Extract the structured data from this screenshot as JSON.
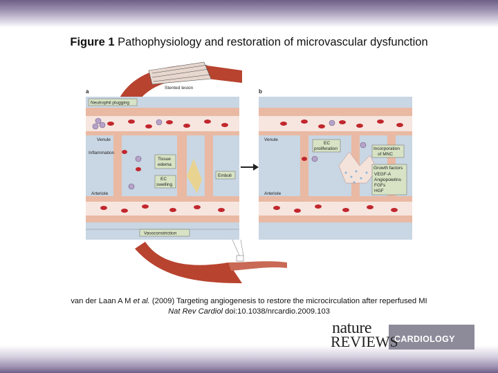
{
  "slide": {
    "title_bold": "Figure 1",
    "title_rest": " Pathophysiology and restoration of microvascular dysfunction"
  },
  "figure": {
    "stented_lesion": "Stented lesion",
    "panel_a": {
      "letter": "a",
      "labels": {
        "neutrophil_plugging": "Neutrophil plugging",
        "venule": "Venule",
        "inflammation": "Inflammation",
        "tissue_edema_1": "Tissue",
        "tissue_edema_2": "edema",
        "ec_swelling_1": "EC",
        "ec_swelling_2": "swelling",
        "emboli": "Emboli",
        "arteriole": "Arteriole",
        "vasoconstriction": "Vasoconstriction"
      }
    },
    "panel_b": {
      "letter": "b",
      "labels": {
        "venule": "Venule",
        "ec_proliferation_1": "EC",
        "ec_proliferation_2": "proliferation",
        "incorporation_1": "Incorporation",
        "incorporation_2": "of MNC",
        "growth_factors": "Growth factors",
        "gf_items": [
          "VEGF-A",
          "Angiopoietins",
          "FGFs",
          "HGF"
        ],
        "arteriole": "Arteriole"
      }
    },
    "colors": {
      "vessel_wall": "#e9b9a3",
      "vessel_lumen": "#f6e6df",
      "tissue": "#c9d6e3",
      "rbc": "#c1272d",
      "label_box": "#d7e3c4",
      "artery": "#b8432f"
    }
  },
  "citation": {
    "line1_pre": "van der Laan A M ",
    "line1_etal": "et al.",
    "line1_post": " (2009) Targeting angiogenesis to restore the microcirculation after reperfused MI",
    "line2_journal": "Nat Rev Cardiol",
    "line2_doi": " doi:10.1038/nrcardio.2009.103"
  },
  "logo": {
    "nature": "nature",
    "reviews": "REVIEWS",
    "cardiology": "CARDIOLOGY"
  }
}
